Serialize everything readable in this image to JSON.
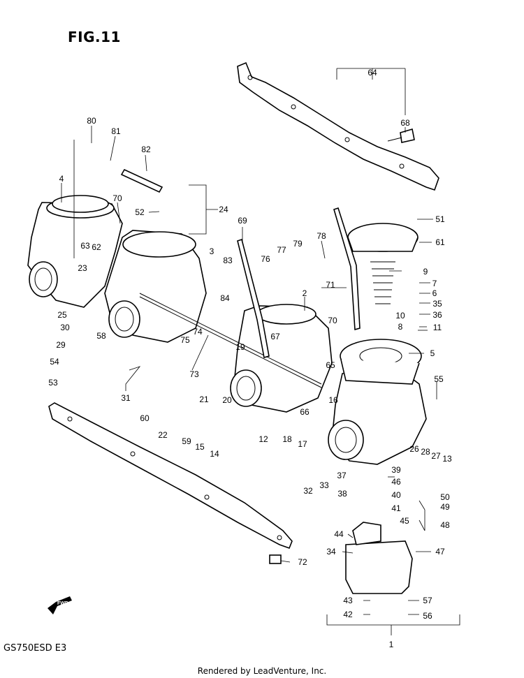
{
  "figure": {
    "title": "FIG.11",
    "model": "GS750ESD  E3",
    "footer": "Rendered by LeadVenture, Inc.",
    "fwd_label": "FWD"
  },
  "callouts": [
    {
      "id": "64",
      "text": "64"
    },
    {
      "id": "68",
      "text": "68"
    },
    {
      "id": "80",
      "text": "80"
    },
    {
      "id": "81",
      "text": "81"
    },
    {
      "id": "82",
      "text": "82"
    },
    {
      "id": "4",
      "text": "4"
    },
    {
      "id": "70a",
      "text": "70"
    },
    {
      "id": "52",
      "text": "52"
    },
    {
      "id": "24",
      "text": "24"
    },
    {
      "id": "69",
      "text": "69"
    },
    {
      "id": "78",
      "text": "78"
    },
    {
      "id": "51",
      "text": "51"
    },
    {
      "id": "63",
      "text": "63"
    },
    {
      "id": "62",
      "text": "62"
    },
    {
      "id": "23",
      "text": "23"
    },
    {
      "id": "3",
      "text": "3"
    },
    {
      "id": "77",
      "text": "77"
    },
    {
      "id": "79",
      "text": "79"
    },
    {
      "id": "76",
      "text": "76"
    },
    {
      "id": "61",
      "text": "61"
    },
    {
      "id": "83",
      "text": "83"
    },
    {
      "id": "9",
      "text": "9"
    },
    {
      "id": "71",
      "text": "71"
    },
    {
      "id": "7",
      "text": "7"
    },
    {
      "id": "2",
      "text": "2"
    },
    {
      "id": "6",
      "text": "6"
    },
    {
      "id": "35",
      "text": "35"
    },
    {
      "id": "84",
      "text": "84"
    },
    {
      "id": "25",
      "text": "25"
    },
    {
      "id": "36",
      "text": "36"
    },
    {
      "id": "10",
      "text": "10"
    },
    {
      "id": "30",
      "text": "30"
    },
    {
      "id": "74",
      "text": "74"
    },
    {
      "id": "70b",
      "text": "70"
    },
    {
      "id": "8",
      "text": "8"
    },
    {
      "id": "11",
      "text": "11"
    },
    {
      "id": "58",
      "text": "58"
    },
    {
      "id": "75",
      "text": "75"
    },
    {
      "id": "67",
      "text": "67"
    },
    {
      "id": "29",
      "text": "29"
    },
    {
      "id": "19",
      "text": "19"
    },
    {
      "id": "5",
      "text": "5"
    },
    {
      "id": "54",
      "text": "54"
    },
    {
      "id": "65",
      "text": "65"
    },
    {
      "id": "73",
      "text": "73"
    },
    {
      "id": "53",
      "text": "53"
    },
    {
      "id": "55",
      "text": "55"
    },
    {
      "id": "31",
      "text": "31"
    },
    {
      "id": "21",
      "text": "21"
    },
    {
      "id": "20",
      "text": "20"
    },
    {
      "id": "66",
      "text": "66"
    },
    {
      "id": "16",
      "text": "16"
    },
    {
      "id": "60",
      "text": "60"
    },
    {
      "id": "22",
      "text": "22"
    },
    {
      "id": "59",
      "text": "59"
    },
    {
      "id": "15",
      "text": "15"
    },
    {
      "id": "12",
      "text": "12"
    },
    {
      "id": "18",
      "text": "18"
    },
    {
      "id": "17",
      "text": "17"
    },
    {
      "id": "26",
      "text": "26"
    },
    {
      "id": "28",
      "text": "28"
    },
    {
      "id": "27",
      "text": "27"
    },
    {
      "id": "13",
      "text": "13"
    },
    {
      "id": "14",
      "text": "14"
    },
    {
      "id": "39",
      "text": "39"
    },
    {
      "id": "37",
      "text": "37"
    },
    {
      "id": "33",
      "text": "33"
    },
    {
      "id": "46",
      "text": "46"
    },
    {
      "id": "50",
      "text": "50"
    },
    {
      "id": "32",
      "text": "32"
    },
    {
      "id": "38",
      "text": "38"
    },
    {
      "id": "40",
      "text": "40"
    },
    {
      "id": "49",
      "text": "49"
    },
    {
      "id": "41",
      "text": "41"
    },
    {
      "id": "45",
      "text": "45"
    },
    {
      "id": "48",
      "text": "48"
    },
    {
      "id": "44",
      "text": "44"
    },
    {
      "id": "47",
      "text": "47"
    },
    {
      "id": "34",
      "text": "34"
    },
    {
      "id": "72",
      "text": "72"
    },
    {
      "id": "43",
      "text": "43"
    },
    {
      "id": "57",
      "text": "57"
    },
    {
      "id": "42",
      "text": "42"
    },
    {
      "id": "56",
      "text": "56"
    },
    {
      "id": "1",
      "text": "1"
    }
  ]
}
